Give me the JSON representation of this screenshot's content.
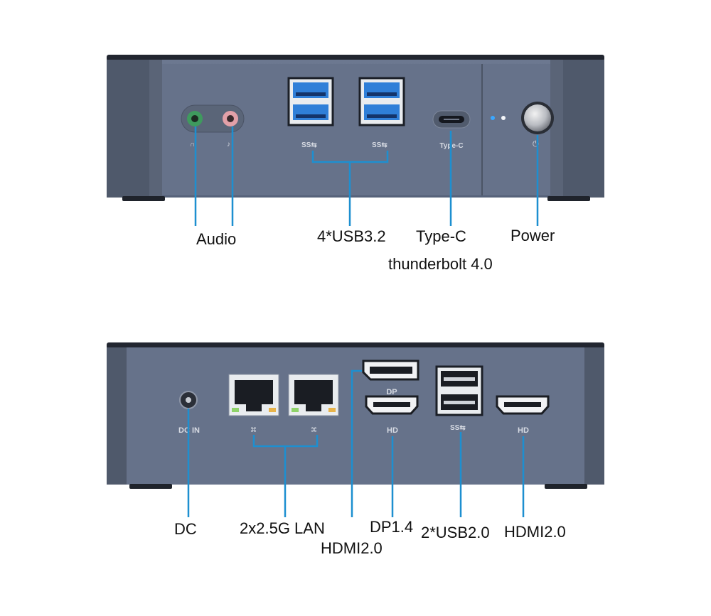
{
  "front": {
    "port_marks": {
      "ss_usb_1": "SS⇆",
      "ss_usb_2": "SS⇆",
      "type_c": "Type-C"
    },
    "callouts": {
      "audio": "Audio",
      "usb32": "4*USB3.2",
      "typec": "Type-C",
      "thunderbolt": "thunderbolt 4.0",
      "power": "Power"
    }
  },
  "back": {
    "port_marks": {
      "dc_in": "DC IN",
      "dp": "DP",
      "hd_1": "HD",
      "ss_usb": "SS⇆",
      "hd_2": "HD"
    },
    "callouts": {
      "dc": "DC",
      "lan": "2x2.5G LAN",
      "dp": "DP1.4",
      "hdmi_left": "HDMI2.0",
      "usb20": "2*USB2.0",
      "hdmi_right": "HDMI2.0"
    }
  },
  "colors": {
    "chassis": "#5e6a7e",
    "chassis_dark": "#3f4858",
    "callout_line": "#1d8fd0",
    "usb3_blue": "#2f7fd8"
  }
}
